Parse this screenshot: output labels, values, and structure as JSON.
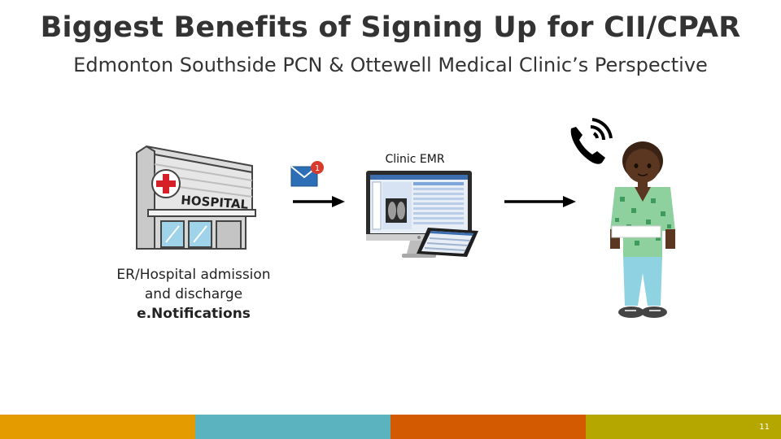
{
  "slide": {
    "title": "Biggest Benefits of Signing Up for CII/CPAR",
    "subtitle": "Edmonton Southside PCN & Ottewell Medical Clinic’s Perspective"
  },
  "hospital": {
    "sign": "HOSPITAL",
    "caption_line1": "ER/Hospital admission",
    "caption_line2": "and discharge",
    "caption_line3": "e.Notifications"
  },
  "mail": {
    "badge_count": "1"
  },
  "emr": {
    "label": "Clinic EMR"
  },
  "icons": [
    "hospital-icon",
    "email-icon",
    "arrow-right-icon",
    "computer-icon",
    "tablet-icon",
    "phone-icon",
    "patient-icon"
  ],
  "footer": {
    "page_number": "11",
    "colors": [
      "#E39B00",
      "#5BB3BF",
      "#D45A00",
      "#B5A700"
    ]
  }
}
